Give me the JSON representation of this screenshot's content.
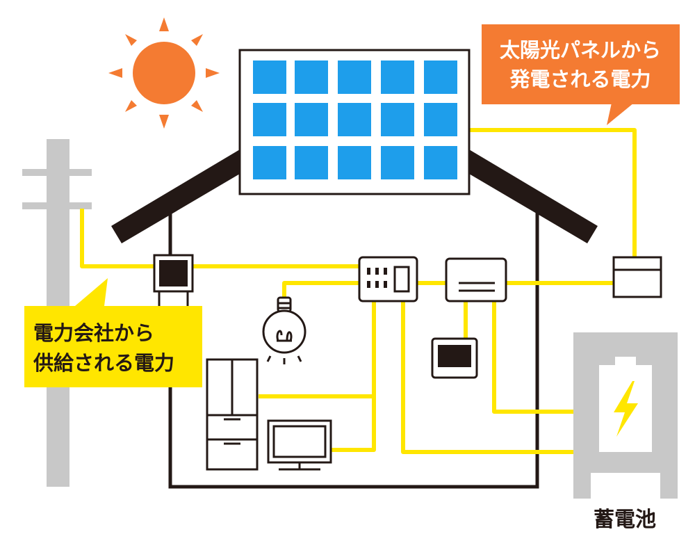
{
  "callouts": {
    "solar_line1": "太陽光パネルから",
    "solar_line2": "発電される電力",
    "grid_line1": "電力会社から",
    "grid_line2": "供給される電力"
  },
  "labels": {
    "battery": "蓄電池"
  },
  "colors": {
    "sun": "#F47B32",
    "solar_callout": "#F47B32",
    "grid_callout": "#FFE600",
    "wire": "#FFE600",
    "panel_cell": "#1E9EEB",
    "outline": "#231815",
    "pole_and_battery": "#C8C8C8",
    "bolt": "#FFE600"
  },
  "icons": [
    "sun-icon",
    "solar-panel-icon",
    "utility-pole-icon",
    "meter-icon",
    "breaker-panel-icon",
    "power-conditioner-icon",
    "monitor-icon",
    "light-bulb-icon",
    "refrigerator-icon",
    "tv-icon",
    "battery-icon",
    "lightning-bolt-icon",
    "junction-box-icon"
  ]
}
